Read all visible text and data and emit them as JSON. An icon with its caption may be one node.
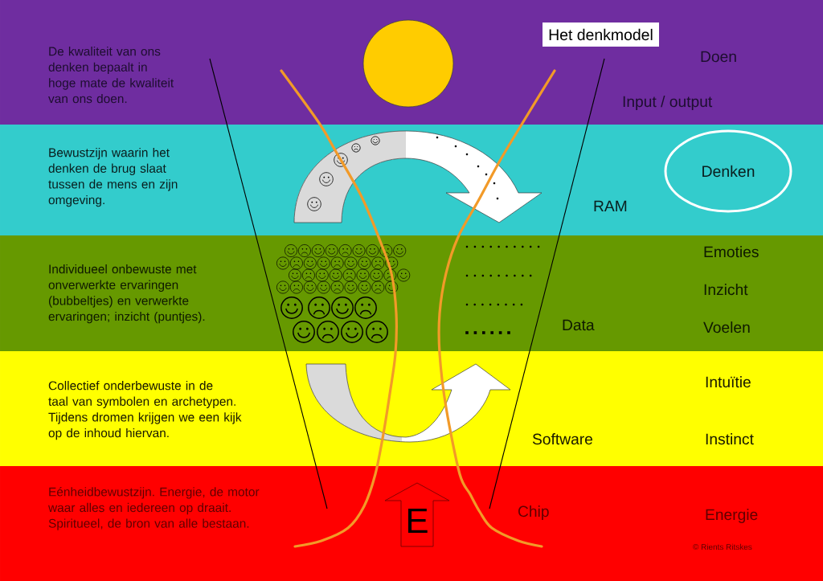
{
  "diagram": {
    "nodes": [
      {
        "text": [
          "De kwaliteit van ons denken bepaalt in hoge mate de kwaliteit van ons doen.",
          "Doen",
          "Input / output"
        ]
      },
      {
        "text": [],
        "shape": "circle",
        "in": 0
      },
      {
        "text": [
          "Het denkmodel"
        ],
        "in": 0
      },
      {
        "text": [
          "Bewustzijn waarin het denken de brug slaat tussen de mens en zijn omgeving.",
          "RAM"
        ]
      },
      {
        "text": [
          "Denken"
        ],
        "in": 3
      },
      {
        "text": [
          "Individueel onbewuste met onverwerkte ervaringen (bubbeltjes) en verwerkte ervaringen; inzicht (puntjes).",
          "Emoties",
          "Inzicht",
          "Data",
          "Voelen"
        ]
      },
      {
        "text": [
          "Collectief onderbewuste in de taal van symbolen en archetypen. Tijdens dromen krijgen we een kijk op de inhoud hiervan.",
          "Intuïtie",
          "Software",
          "Instinct"
        ]
      },
      {
        "text": [
          "Eénheidbewustzijn. Energie, de motor waar alles en iedereen op draait. Spiritueel, de bron van alle bestaan.",
          "Chip",
          "Energie"
        ]
      },
      {
        "text": [
          "E"
        ],
        "in": 7
      }
    ],
    "edges": [
      {
        "from": null,
        "to": 5,
        "arrow": "to"
      },
      {
        "from": null,
        "to": 5,
        "arrow": "to"
      }
    ],
    "labels": [
      "© Rients Ritskes"
    ]
  }
}
